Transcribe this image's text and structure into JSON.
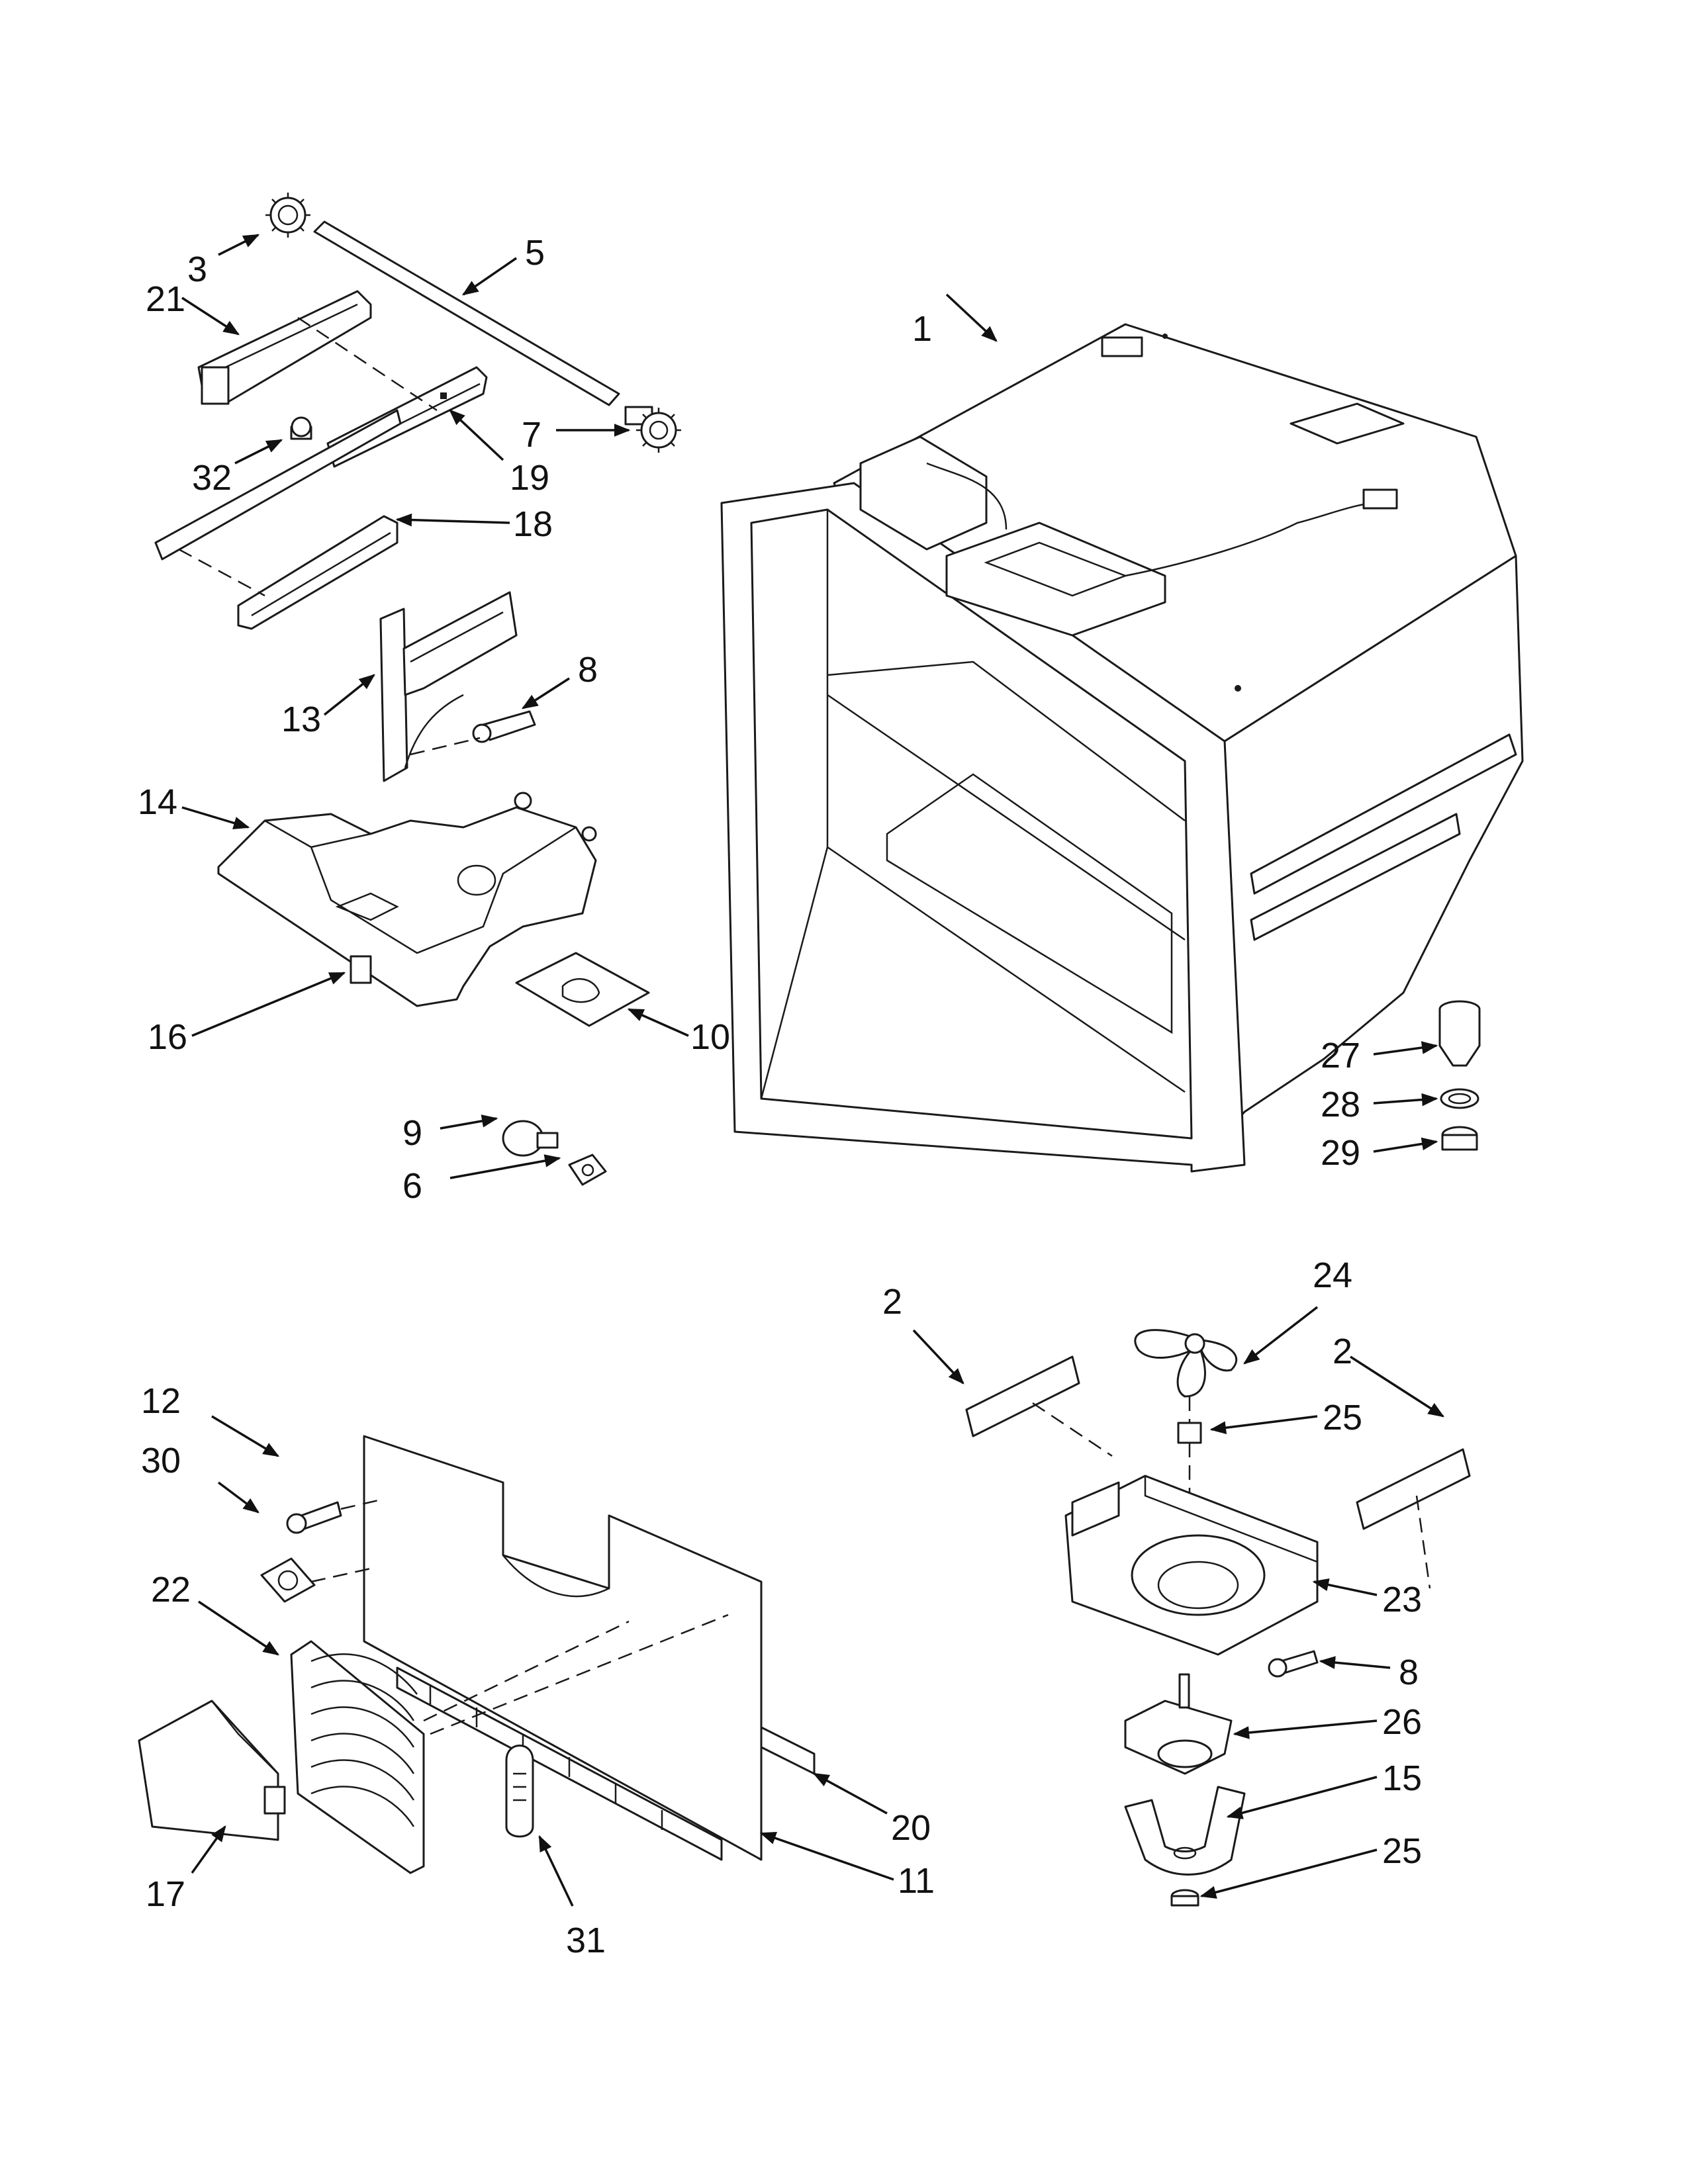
{
  "callouts": [
    {
      "id": "c1",
      "label": "1"
    },
    {
      "id": "c2a",
      "label": "2"
    },
    {
      "id": "c2b",
      "label": "2"
    },
    {
      "id": "c3",
      "label": "3"
    },
    {
      "id": "c5",
      "label": "5"
    },
    {
      "id": "c6",
      "label": "6"
    },
    {
      "id": "c7",
      "label": "7"
    },
    {
      "id": "c8a",
      "label": "8"
    },
    {
      "id": "c8b",
      "label": "8"
    },
    {
      "id": "c9",
      "label": "9"
    },
    {
      "id": "c10",
      "label": "10"
    },
    {
      "id": "c11",
      "label": "11"
    },
    {
      "id": "c12",
      "label": "12"
    },
    {
      "id": "c13",
      "label": "13"
    },
    {
      "id": "c14",
      "label": "14"
    },
    {
      "id": "c15",
      "label": "15"
    },
    {
      "id": "c16",
      "label": "16"
    },
    {
      "id": "c17",
      "label": "17"
    },
    {
      "id": "c18",
      "label": "18"
    },
    {
      "id": "c19",
      "label": "19"
    },
    {
      "id": "c20",
      "label": "20"
    },
    {
      "id": "c21",
      "label": "21"
    },
    {
      "id": "c22",
      "label": "22"
    },
    {
      "id": "c23",
      "label": "23"
    },
    {
      "id": "c24",
      "label": "24"
    },
    {
      "id": "c25a",
      "label": "25"
    },
    {
      "id": "c25b",
      "label": "25"
    },
    {
      "id": "c26",
      "label": "26"
    },
    {
      "id": "c27",
      "label": "27"
    },
    {
      "id": "c28",
      "label": "28"
    },
    {
      "id": "c29",
      "label": "29"
    },
    {
      "id": "c30",
      "label": "30"
    },
    {
      "id": "c31",
      "label": "31"
    },
    {
      "id": "c32",
      "label": "32"
    }
  ]
}
